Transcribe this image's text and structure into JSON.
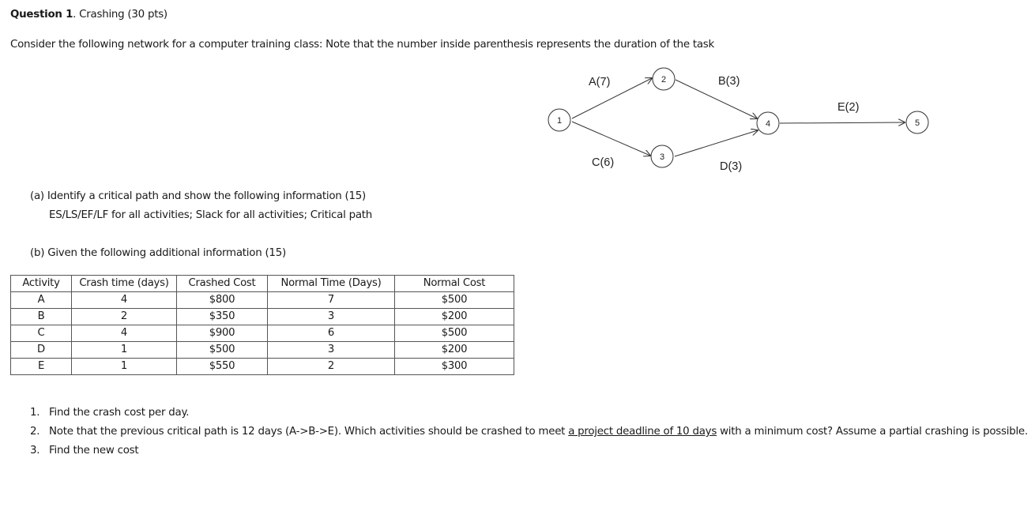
{
  "header": {
    "question_label": "Question 1",
    "question_title": ". Crashing (30 pts)"
  },
  "intro": "Consider the following network for a computer training class: Note that the number inside parenthesis represents the duration of the task",
  "network": {
    "nodes": [
      {
        "id": "1",
        "label": "1"
      },
      {
        "id": "2",
        "label": "2"
      },
      {
        "id": "3",
        "label": "3"
      },
      {
        "id": "4",
        "label": "4"
      },
      {
        "id": "5",
        "label": "5"
      }
    ],
    "edges": [
      {
        "from": "1",
        "to": "2",
        "label": "A(7)"
      },
      {
        "from": "2",
        "to": "4",
        "label": "B(3)"
      },
      {
        "from": "1",
        "to": "3",
        "label": "C(6)"
      },
      {
        "from": "3",
        "to": "4",
        "label": "D(3)"
      },
      {
        "from": "4",
        "to": "5",
        "label": "E(2)"
      }
    ]
  },
  "part_a": {
    "line1": "(a)  Identify a critical path and show the following information (15)",
    "line2": "ES/LS/EF/LF for all activities; Slack for all activities; Critical path"
  },
  "part_b": {
    "line1": "(b)  Given the following additional information (15)"
  },
  "table": {
    "headers": [
      "Activity",
      "Crash time (days)",
      "Crashed Cost",
      "Normal Time (Days)",
      "Normal Cost"
    ],
    "rows": [
      [
        "A",
        "4",
        "$800",
        "7",
        "$500"
      ],
      [
        "B",
        "2",
        "$350",
        "3",
        "$200"
      ],
      [
        "C",
        "4",
        "$900",
        "6",
        "$500"
      ],
      [
        "D",
        "1",
        "$500",
        "3",
        "$200"
      ],
      [
        "E",
        "1",
        "$550",
        "2",
        "$300"
      ]
    ]
  },
  "questions": [
    {
      "num": "1.",
      "text": "Find the crash cost per day."
    },
    {
      "num": "2.",
      "text_before": "Note that the previous critical path is 12 days (A->B->E). Which activities should be crashed to meet ",
      "text_underlined": "a project deadline of 10 days",
      "text_after": " with a minimum cost? Assume a partial crashing is possible."
    },
    {
      "num": "3.",
      "text": "Find the new cost"
    }
  ]
}
